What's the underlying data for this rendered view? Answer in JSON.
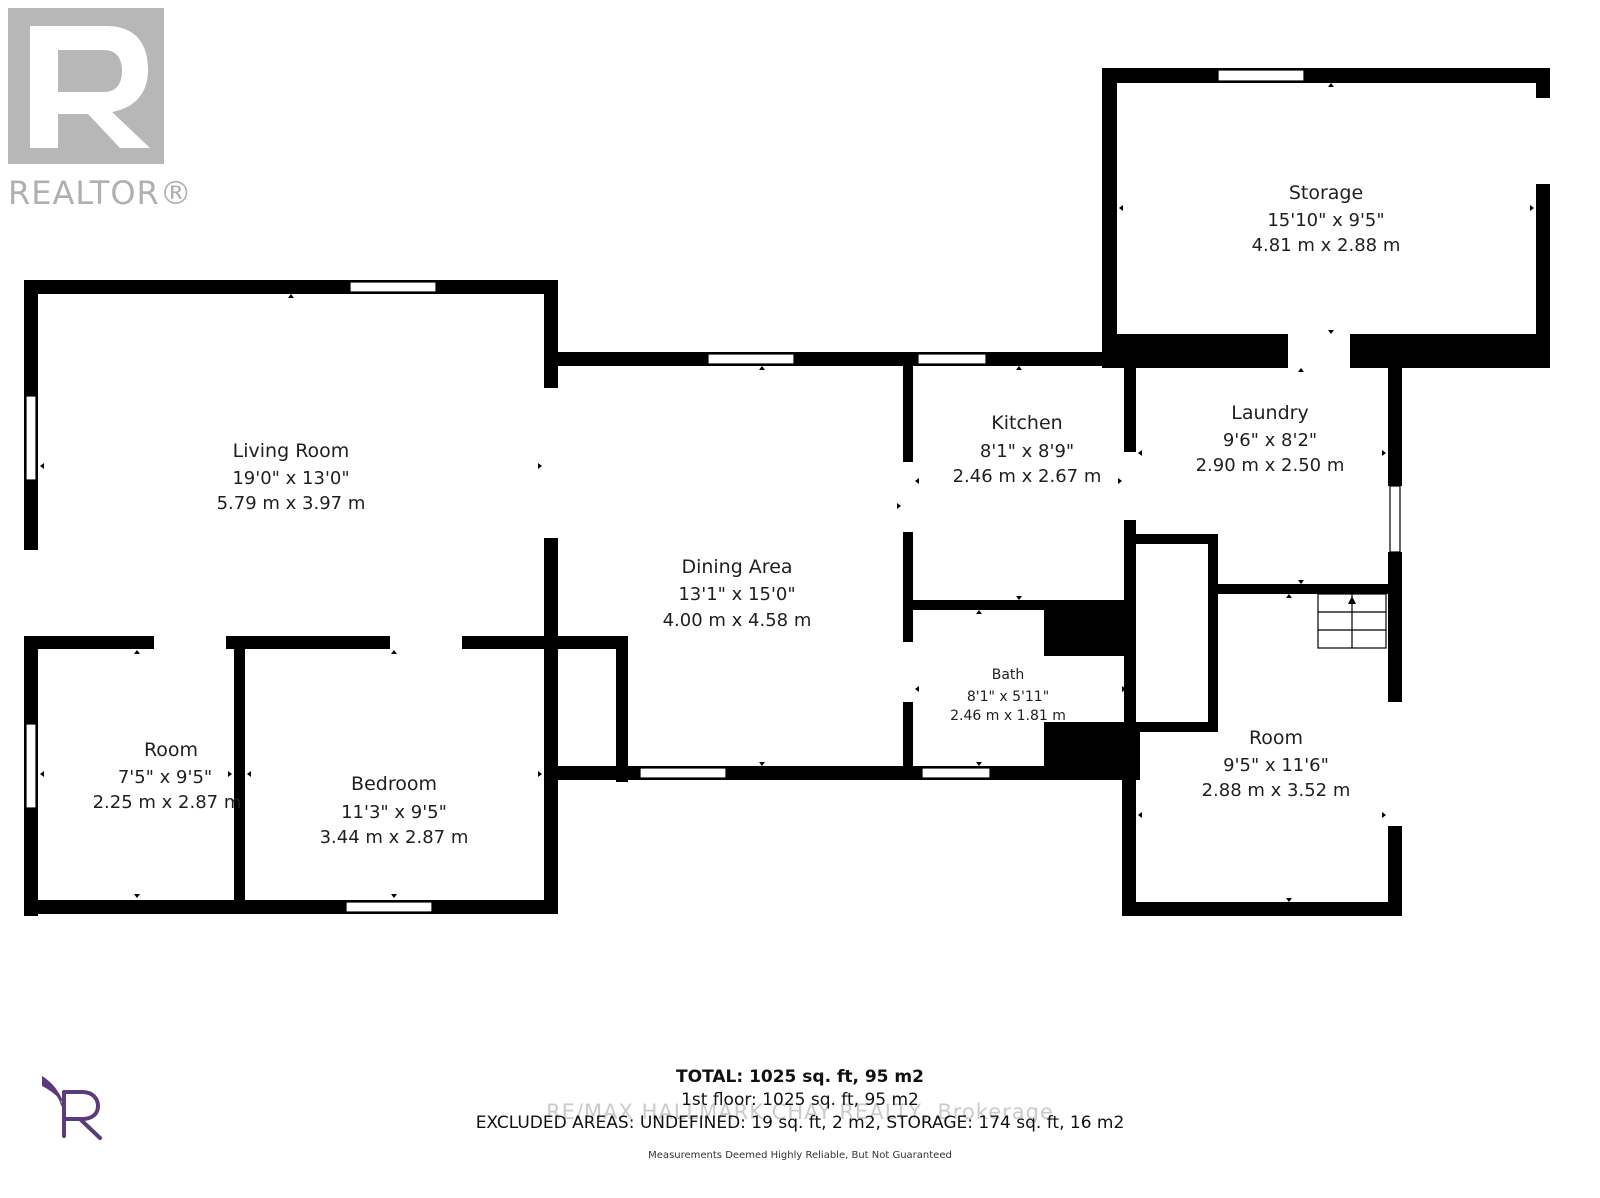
{
  "brand": {
    "wordmark": "REALTOR®",
    "colors": {
      "logo_gray": "#b7b7b7",
      "brand_purple": "#5b3b7a",
      "wall": "#000000"
    }
  },
  "rooms": {
    "living": {
      "name": "Living Room",
      "imperial": "19'0\" x 13'0\"",
      "metric": "5.79 m x 3.97 m"
    },
    "dining": {
      "name": "Dining Area",
      "imperial": "13'1\" x 15'0\"",
      "metric": "4.00 m x 4.58 m"
    },
    "kitchen": {
      "name": "Kitchen",
      "imperial": "8'1\" x 8'9\"",
      "metric": "2.46 m x 2.67 m"
    },
    "laundry": {
      "name": "Laundry",
      "imperial": "9'6\" x 8'2\"",
      "metric": "2.90 m x 2.50 m"
    },
    "storage": {
      "name": "Storage",
      "imperial": "15'10\" x 9'5\"",
      "metric": "4.81 m x 2.88 m"
    },
    "bath": {
      "name": "Bath",
      "imperial": "8'1\" x 5'11\"",
      "metric": "2.46 m x 1.81 m"
    },
    "room_left": {
      "name": "Room",
      "imperial": "7'5\" x 9'5\"",
      "metric": "2.25 m x 2.87 m"
    },
    "bedroom": {
      "name": "Bedroom",
      "imperial": "11'3\" x 9'5\"",
      "metric": "3.44 m x 2.87 m"
    },
    "room_right": {
      "name": "Room",
      "imperial": "9'5\" x 11'6\"",
      "metric": "2.88 m x 3.52 m"
    }
  },
  "summary": {
    "total_label": "TOTAL:",
    "total_value": "1025 sq. ft, 95 m2",
    "floor": "1st floor: 1025 sq. ft, 95 m2",
    "excluded": "EXCLUDED AREAS: UNDEFINED: 19 sq. ft, 2 m2, STORAGE: 174 sq. ft, 16 m2",
    "watermark": "RE/MAX HALLMARK CHAY REALTY, Brokerage",
    "disclaimer": "Measurements Deemed Highly Reliable, But Not Guaranteed"
  }
}
